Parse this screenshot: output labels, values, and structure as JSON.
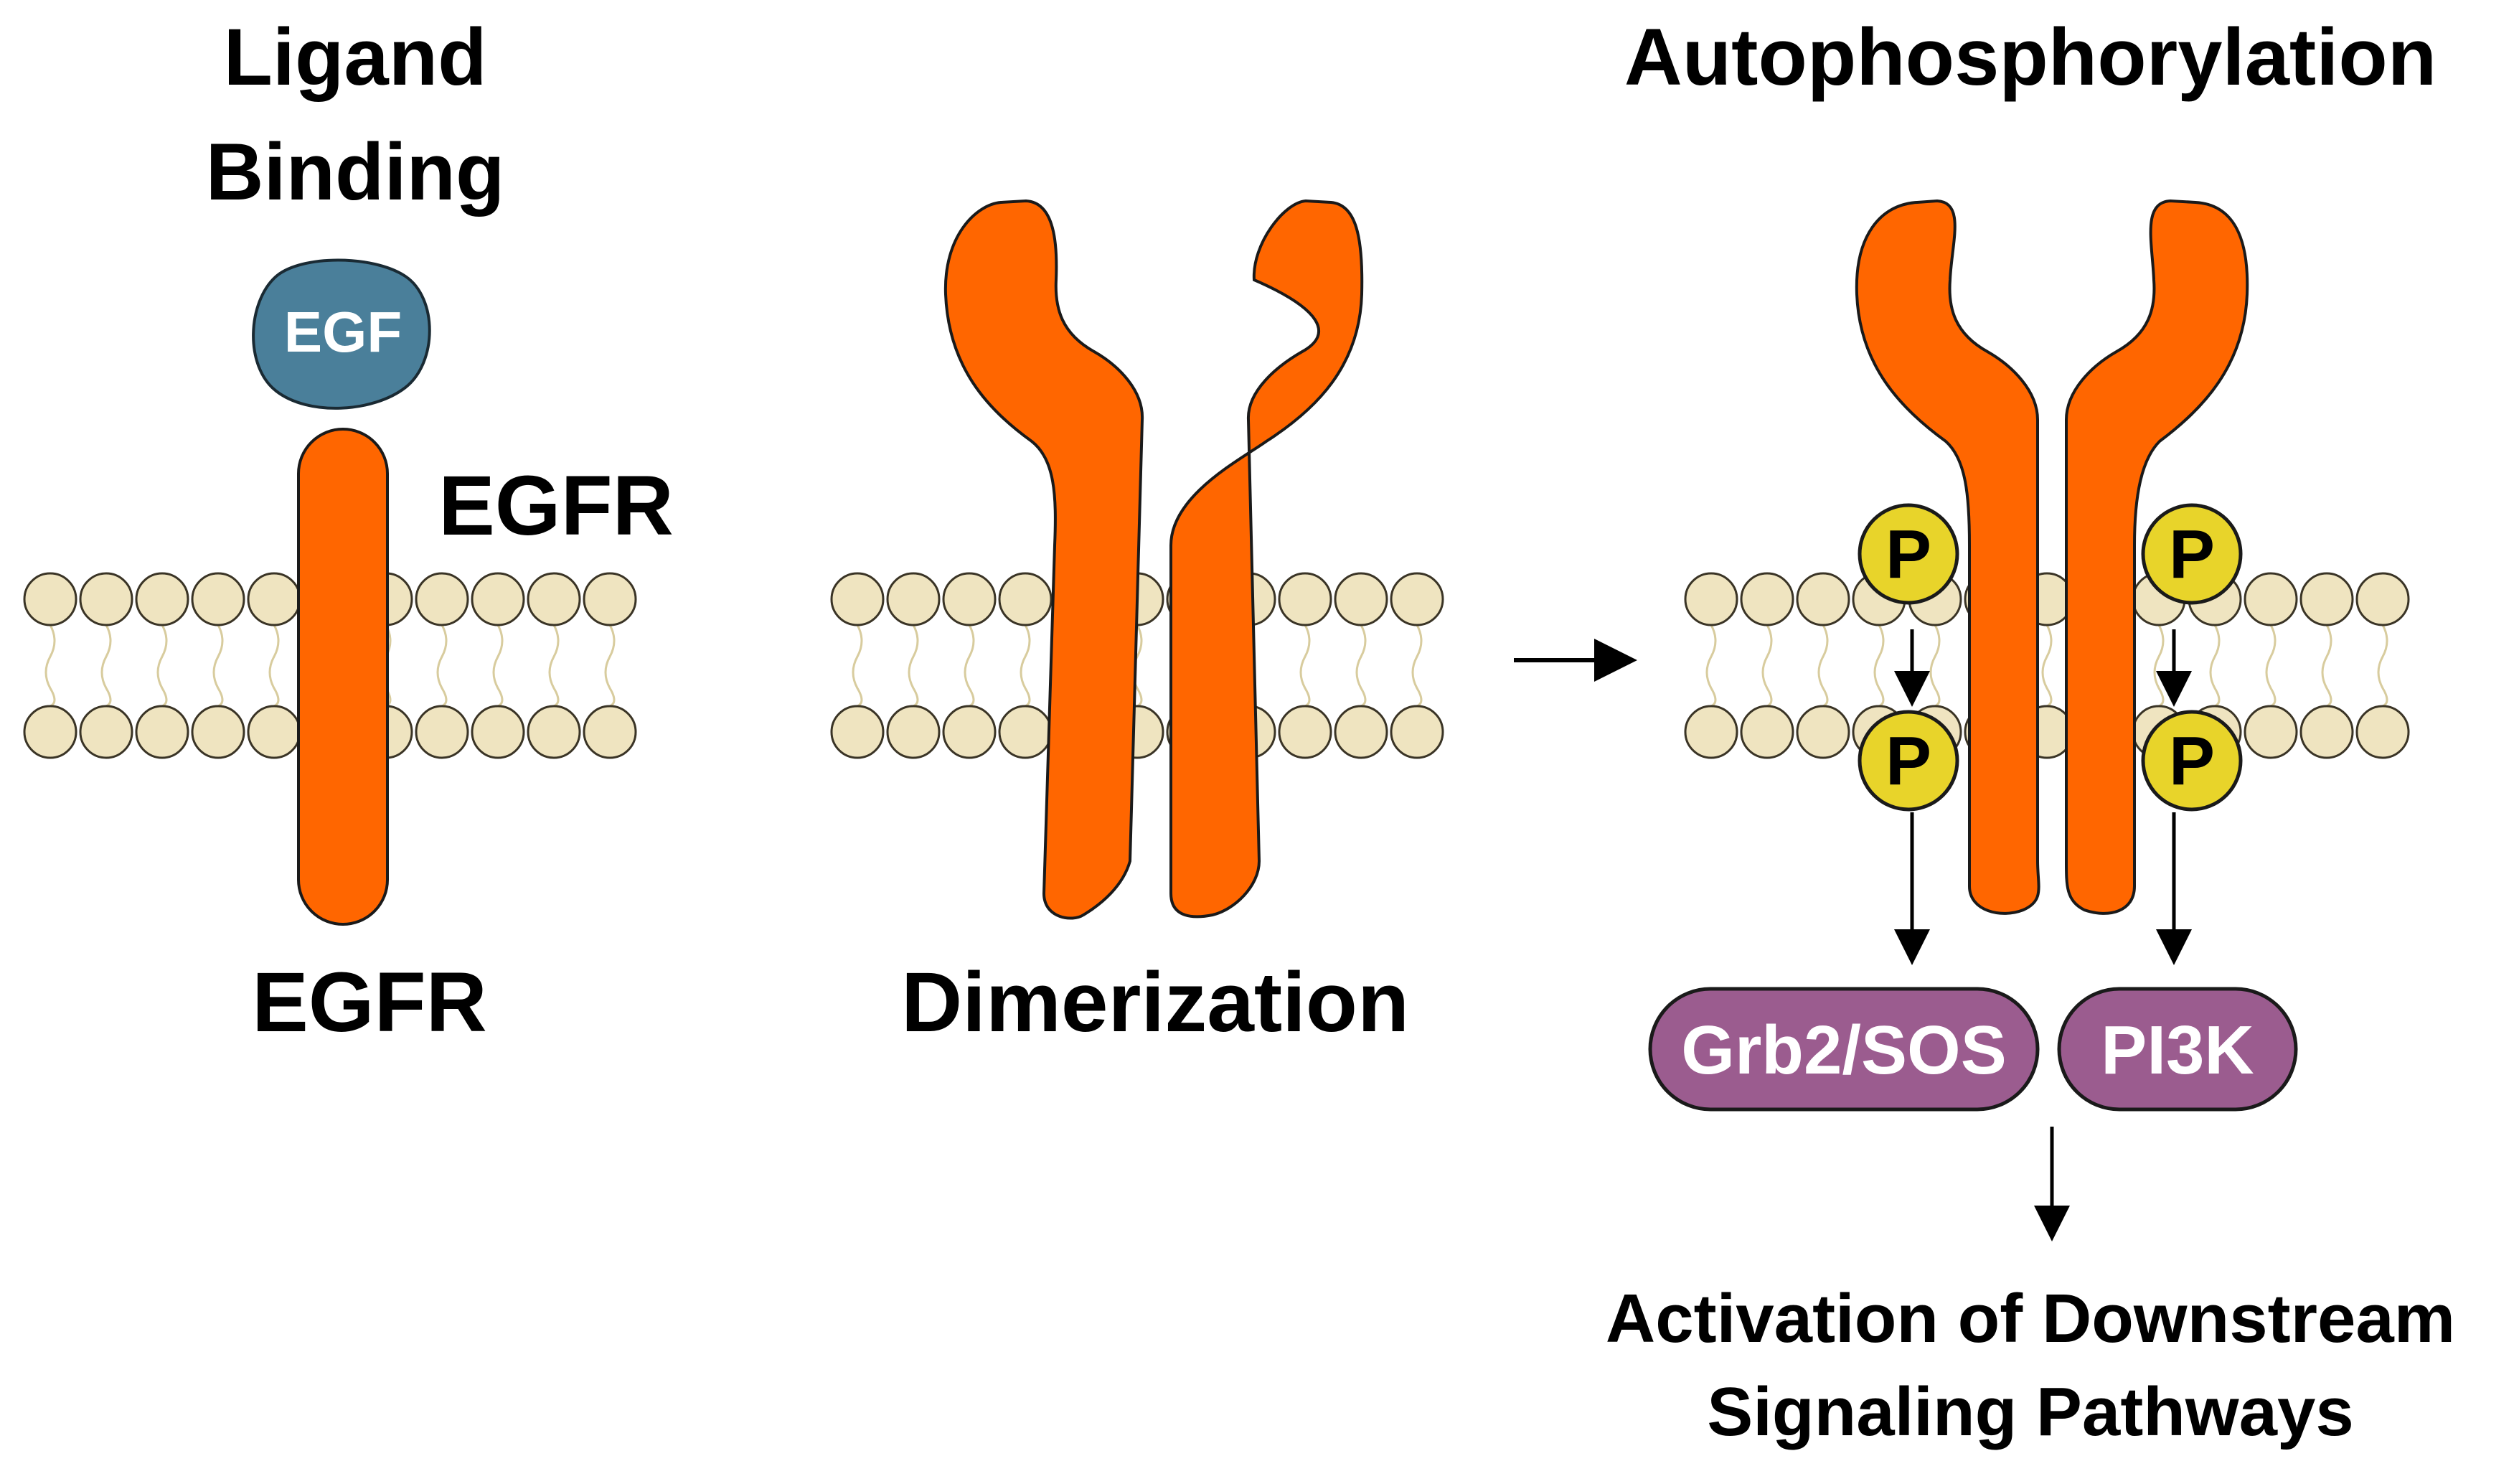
{
  "titles": {
    "ligand_binding_line1": "Ligand",
    "ligand_binding_line2": "Binding",
    "autophosphorylation": "Autophosphorylation"
  },
  "labels": {
    "egf": "EGF",
    "egfr_side": "EGFR",
    "egfr_bottom": "EGFR",
    "dimerization": "Dimerization",
    "phosphate": "P",
    "grb2_sos": "Grb2/SOS",
    "pi3k": "PI3K",
    "activation_line1": "Activation of Downstream",
    "activation_line2": "Signaling Pathways"
  },
  "colors": {
    "receptor": "#ff6600",
    "egf": "#4a7f9a",
    "lipid_head": "#efe4c0",
    "lipid_tail": "#d8cc9e",
    "phosphate": "#e8d42a",
    "effector": "#9b5c8f",
    "text": "#000000"
  }
}
